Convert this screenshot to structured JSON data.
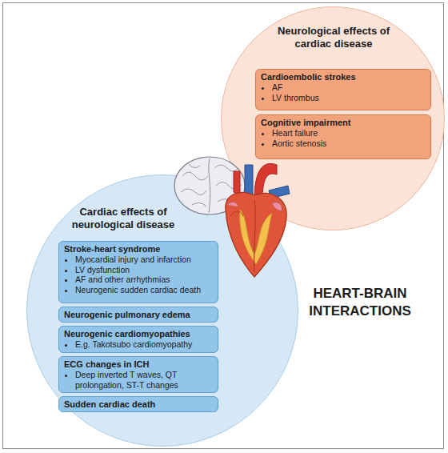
{
  "diagram": {
    "nodes": [
      {
        "text": [
          "Neurological effects of cardiac disease"
        ]
      },
      {
        "text": [
          "Cardioembolic strokes",
          "AF",
          "LV thrombus"
        ],
        "in": 0
      },
      {
        "text": [
          "Cognitive impairment",
          "Heart failure",
          "Aortic stenosis"
        ],
        "in": 0
      },
      {
        "text": [
          "Cardiac effects of neurological disease"
        ]
      },
      {
        "text": [
          "Stroke-heart syndrome",
          "Myocardial injury and infarction",
          "LV dysfunction",
          "AF and other arrhythmias",
          "Neurogenic sudden cardiac death"
        ],
        "in": 3
      },
      {
        "text": [
          "Neurogenic pulmonary edema"
        ],
        "in": 3
      },
      {
        "text": [
          "Neurogenic cardiomyopathies",
          "E.g. Takotsubo cardiomyopathy"
        ],
        "in": 3
      },
      {
        "text": [
          "ECG changes in ICH",
          "Deep inverted T waves, QT prolongation, ST-T changes"
        ],
        "in": 3
      },
      {
        "text": [
          "Sudden cardiac death"
        ],
        "in": 3
      }
    ],
    "labels": [
      "HEART-BRAIN INTERACTIONS"
    ]
  }
}
